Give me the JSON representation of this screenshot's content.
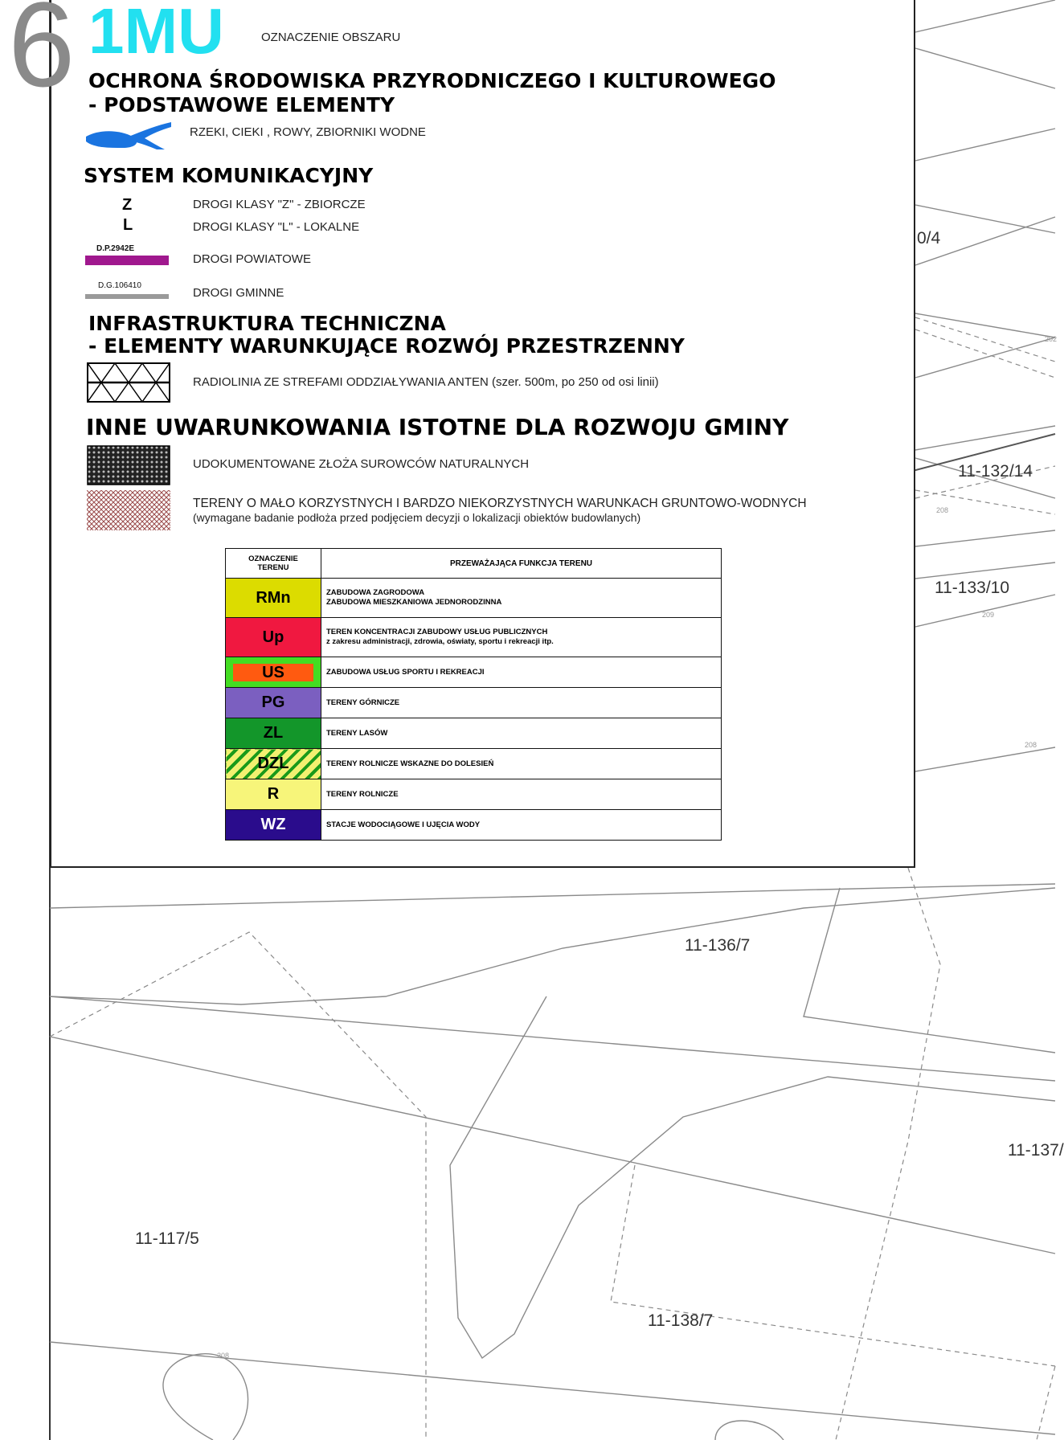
{
  "sheet_number": "6",
  "area_code": "1MU",
  "area_caption": "OZNACZENIE OBSZARU",
  "sections": {
    "env": {
      "title_line1": "OCHRONA ŚRODOWISKA PRZYRODNICZEGO I KULTUROWEGO",
      "title_line2": "- PODSTAWOWE ELEMENTY",
      "rivers": "RZEKI, CIEKI , ROWY, ZBIORNIKI WODNE"
    },
    "transport": {
      "title": "SYSTEM KOMUNIKACYJNY",
      "z_letter": "Z",
      "z_label": "DROGI KLASY \"Z\" - ZBIORCZE",
      "l_letter": "L",
      "l_label": "DROGI KLASY \"L\" - LOKALNE",
      "powiat_code": "D.P.2942E",
      "powiat_label": "DROGI POWIATOWE",
      "gmina_code": "D.G.106410",
      "gmina_label": "DROGI GMINNE"
    },
    "infra": {
      "title_line1": "INFRASTRUKTURA TECHNICZNA",
      "title_line2": "- ELEMENTY WARUNKUJĄCE ROZWÓJ PRZESTRZENNY",
      "radio": "RADIOLINIA ZE STREFAMI ODDZIAŁYWANIA ANTEN (szer. 500m, po 250 od osi linii)"
    },
    "other": {
      "title": "INNE UWARUNKOWANIA ISTOTNE DLA ROZWOJU GMINY",
      "deposits": "UDOKUMENTOWANE ZŁOŻA SUROWCÓW NATURALNYCH",
      "soil_line1": "TERENY O MAŁO KORZYSTNYCH I BARDZO  NIEKORZYSTNYCH WARUNKACH GRUNTOWO-WODNYCH",
      "soil_line2": "(wymagane badanie podłoża przed podjęciem decyzji o lokalizacji obiektów budowlanych)"
    }
  },
  "table": {
    "header_code_line1": "OZNACZENIE",
    "header_code_line2": "TERENU",
    "header_func": "PRZEWAŻAJĄCA FUNKCJA TERENU",
    "rows": [
      {
        "code": "RMn",
        "line1": "ZABUDOWA ZAGRODOWA",
        "line2": "ZABUDOWA MIESZKANIOWA JEDNORODZINNA",
        "color": "#dcdc00"
      },
      {
        "code": "Up",
        "line1": "TEREN KONCENTRACJI ZABUDOWY USŁUG PUBLICZNYCH",
        "line2": "z zakresu administracji, zdrowia, oświaty, sportu i rekreacji itp.",
        "color": "#f01840"
      },
      {
        "code": "US",
        "line1": "ZABUDOWA USŁUG SPORTU I REKREACJI",
        "line2": "",
        "color": "#ff5a10",
        "border_color": "#44dd22"
      },
      {
        "code": "PG",
        "line1": "TERENY GÓRNICZE",
        "line2": "",
        "color": "#7b5fc0"
      },
      {
        "code": "ZL",
        "line1": "TERENY LASÓW",
        "line2": "",
        "color": "#13962a"
      },
      {
        "code": "DZL",
        "line1": "TERENY ROLNICZE WSKAZNE DO DOLESIEŃ",
        "line2": "",
        "color": "#f2f070",
        "hatch_color": "#1a9a1a"
      },
      {
        "code": "R",
        "line1": "TERENY ROLNICZE",
        "line2": "",
        "color": "#f7f57a"
      },
      {
        "code": "WZ",
        "line1": "STACJE WODOCIĄGOWE I UJĘCIA WODY",
        "line2": "",
        "color": "#2a0c8c",
        "text_color": "#ffffff"
      }
    ]
  },
  "parcels": [
    {
      "id": "p1",
      "label": "0/4"
    },
    {
      "id": "p2",
      "label": "11-132/14"
    },
    {
      "id": "p3",
      "label": "11-133/10"
    },
    {
      "id": "p4",
      "label": "11-136/7"
    },
    {
      "id": "p5",
      "label": "11-137/"
    },
    {
      "id": "p6",
      "label": "11-117/5"
    },
    {
      "id": "p7",
      "label": "11-138/7"
    }
  ],
  "colors": {
    "river_blue": "#1a74e0",
    "powiat_road": "#a0188e",
    "gmina_road": "#9a9a9a",
    "map_line": "#8a8a8a"
  }
}
